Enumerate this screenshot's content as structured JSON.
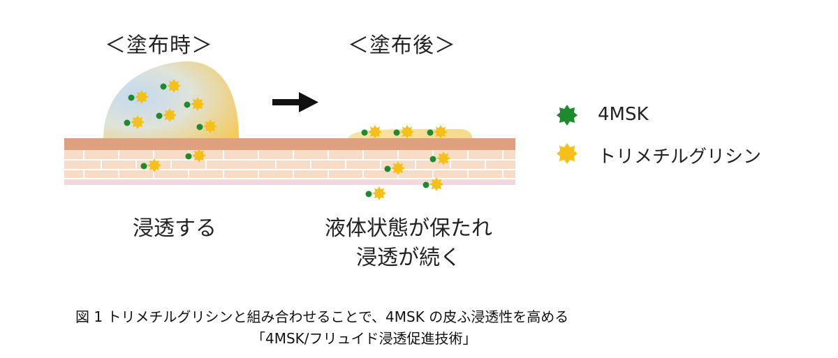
{
  "left_panel": {
    "heading": "＜塗布時＞",
    "caption": "浸透する"
  },
  "right_panel": {
    "heading": "＜塗布後＞",
    "caption_line1": "液体状態が保たれ",
    "caption_line2": "浸透が続く"
  },
  "legend": {
    "items": [
      {
        "label": "4MSK",
        "color": "#1e8a2e",
        "icon": "green-star-icon"
      },
      {
        "label": "トリメチルグリシン",
        "color": "#f6c01a",
        "icon": "yellow-star-icon"
      }
    ]
  },
  "figure_caption": {
    "line1": "図 1  トリメチルグリシンと組み合わせることで、4MSK の皮ふ浸透性を高める",
    "line2": "「4MSK/フリュイド浸透促進技術」"
  },
  "colors": {
    "skin_top": "#dfa07f",
    "skin_cells": "#f7dcc8",
    "skin_cell_border": "#ffffff",
    "droplet_blue": "#b9d4ee",
    "droplet_yellow": "#f7cf6a",
    "arrow": "#111111"
  }
}
